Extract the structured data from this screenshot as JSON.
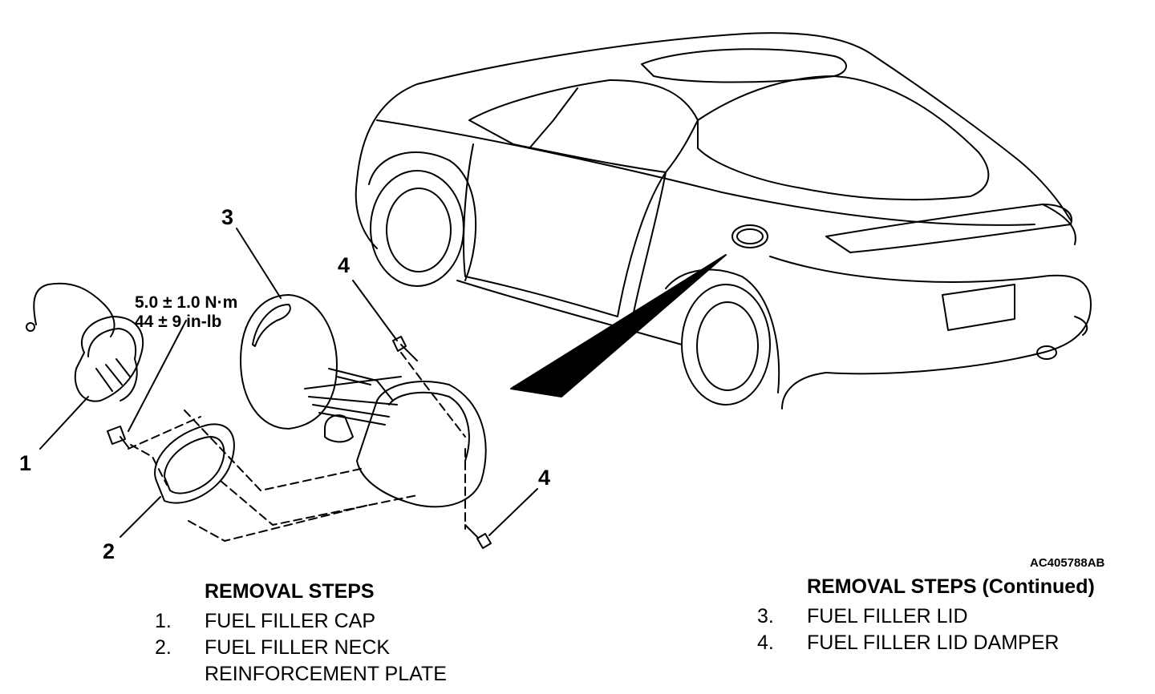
{
  "figure_id": "AC405788AB",
  "callouts": {
    "c1": "1",
    "c2": "2",
    "c3": "3",
    "c4a": "4",
    "c4b": "4"
  },
  "torque": {
    "line1": "5.0 ± 1.0 N·m",
    "line2": "44 ± 9 in-lb"
  },
  "steps_left": {
    "heading": "REMOVAL STEPS",
    "items": [
      {
        "num": "1.",
        "lines": [
          "FUEL FILLER CAP"
        ]
      },
      {
        "num": "2.",
        "lines": [
          "FUEL FILLER NECK",
          "REINFORCEMENT PLATE"
        ]
      }
    ]
  },
  "steps_right": {
    "heading": "REMOVAL STEPS (Continued)",
    "items": [
      {
        "num": "3.",
        "lines": [
          "FUEL FILLER LID"
        ]
      },
      {
        "num": "4.",
        "lines": [
          "FUEL FILLER LID DAMPER"
        ]
      }
    ]
  }
}
